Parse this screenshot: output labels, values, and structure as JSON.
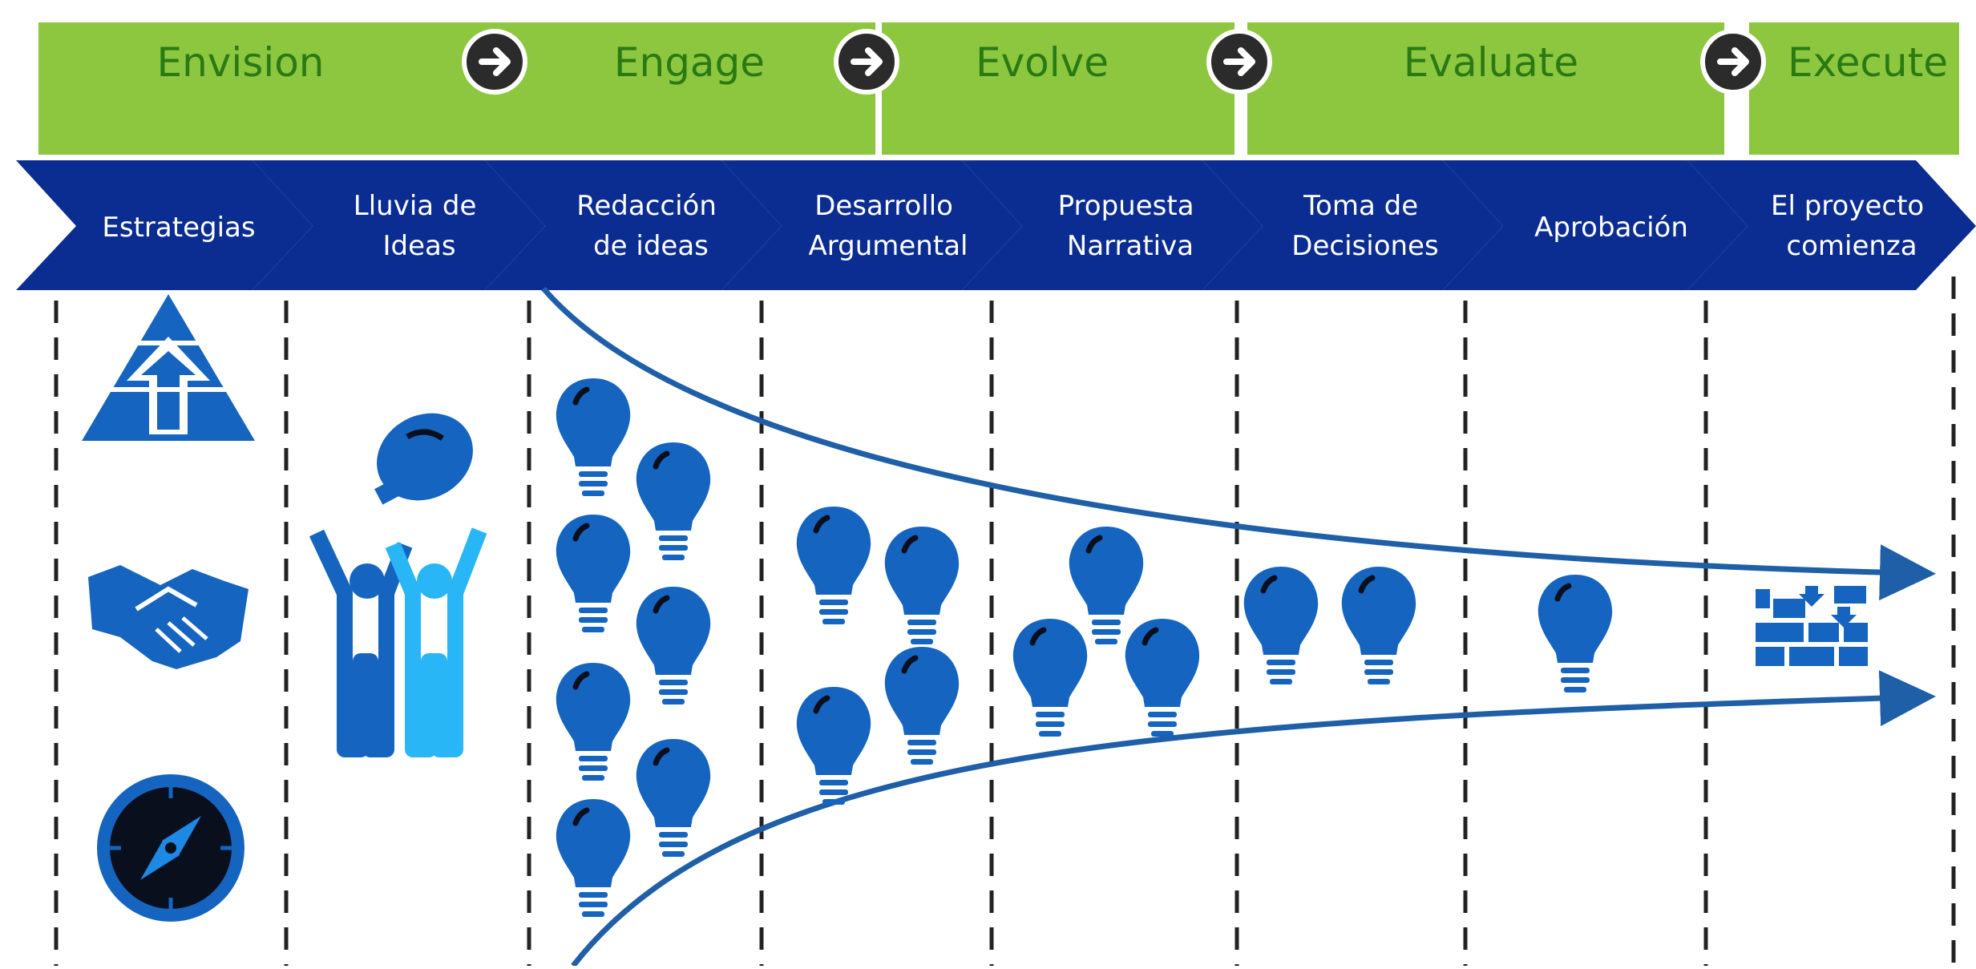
{
  "phases": [
    {
      "label": "Envision"
    },
    {
      "label": "Engage"
    },
    {
      "label": "Evolve"
    },
    {
      "label": "Evaluate"
    },
    {
      "label": "Execute"
    }
  ],
  "steps": [
    {
      "lines": [
        "Estrategias"
      ]
    },
    {
      "lines": [
        "Lluvia de",
        "Ideas"
      ]
    },
    {
      "lines": [
        "Redacción",
        "de ideas"
      ]
    },
    {
      "lines": [
        "Desarrollo",
        "Argumental"
      ]
    },
    {
      "lines": [
        "Propuesta",
        "Narrativa"
      ]
    },
    {
      "lines": [
        "Toma de",
        "Decisiones"
      ]
    },
    {
      "lines": [
        "Aprobación"
      ]
    },
    {
      "lines": [
        "El proyecto",
        "comienza"
      ]
    }
  ],
  "idea_counts": [
    0,
    0,
    7,
    4,
    3,
    2,
    1,
    0
  ],
  "icons": {
    "col1": [
      "pyramid-arrow-icon",
      "handshake-icon",
      "compass-icon"
    ],
    "col2": [
      "people-lifting-lightbulb-icon"
    ],
    "col8": [
      "building-blocks-icon"
    ],
    "idea": "lightbulb-icon"
  },
  "colors": {
    "phase_green": "#8dc63f",
    "phase_text": "#2a7a14",
    "step_blue": "#0b2d92",
    "icon_blue": "#1565c0",
    "icon_light": "#29b6f6",
    "arrow_dark": "#2b2b2b"
  }
}
